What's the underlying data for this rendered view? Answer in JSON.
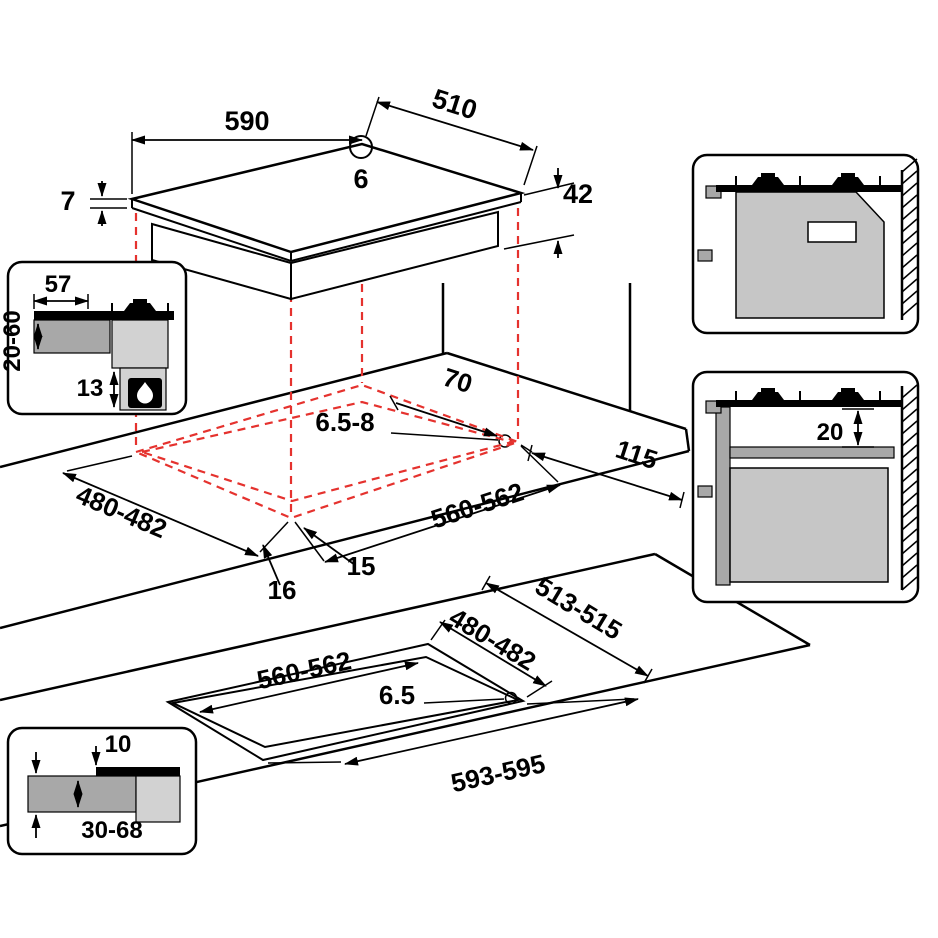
{
  "colors": {
    "ink": "#000000",
    "red": "#e5322e",
    "bg": "#ffffff"
  },
  "hob": {
    "width": "590",
    "depth": "510",
    "inlet_hole": "6",
    "rim_height": "7",
    "body_height": "42"
  },
  "clearance_detail": {
    "side_overhang": "57",
    "worktop_thickness": "20-60",
    "bottom_gap": "13"
  },
  "worktop_cutout": {
    "hole_offset": "70",
    "hole_diameter": "6.5-8",
    "right_clearance": "115",
    "cutout_depth": "480-482",
    "cutout_width": "560-562",
    "front_offset_outer": "16",
    "front_offset_inner": "15"
  },
  "shelf_install": {
    "shelf_gap": "20"
  },
  "frame_cutout": {
    "outer_depth": "513-515",
    "cutout_depth": "480-482",
    "cutout_width": "560-562",
    "hole_diameter": "6.5",
    "outer_width": "593-595"
  },
  "edge_profile": {
    "overlap": "10",
    "worktop_thickness": "30-68"
  }
}
